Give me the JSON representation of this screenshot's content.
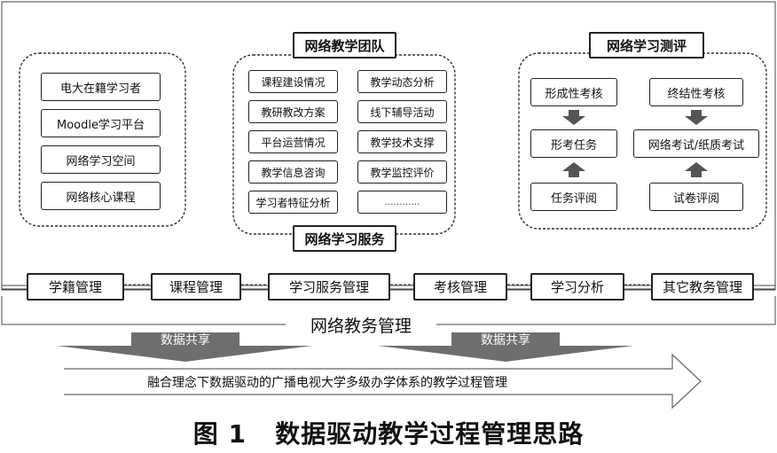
{
  "learner_group": {
    "items": [
      "电大在籍学习者",
      "Moodle学习平台",
      "网络学习空间",
      "网络核心课程"
    ]
  },
  "team": {
    "title": "网络教学团队",
    "items_left": [
      "课程建设情况",
      "教研教改方案",
      "平台运营情况",
      "教学信息咨询",
      "学习者特征分析"
    ],
    "items_right": [
      "教学动态分析",
      "线下辅导活动",
      "教学技术支撑",
      "教学监控评价",
      "…………"
    ],
    "bottom_title": "网络学习服务"
  },
  "assessment": {
    "title": "网络学习测评",
    "left_col": [
      "形成性考核",
      "形考任务",
      "任务评阅"
    ],
    "right_col": [
      "终结性考核",
      "网络考试/纸质考试",
      "试卷评阅"
    ]
  },
  "management": {
    "modules": [
      "学籍管理",
      "课程管理",
      "学习服务管理",
      "考核管理",
      "学习分析",
      "其它教务管理"
    ],
    "band_label": "网络教务管理"
  },
  "sharing": {
    "labels": [
      "数据共享",
      "数据共享"
    ],
    "arrow_text": "融合理念下数据驱动的广播电视大学多级办学体系的教学过程管理"
  },
  "caption": {
    "figure_no": "图 1",
    "text": "数据驱动教学过程管理思路"
  }
}
